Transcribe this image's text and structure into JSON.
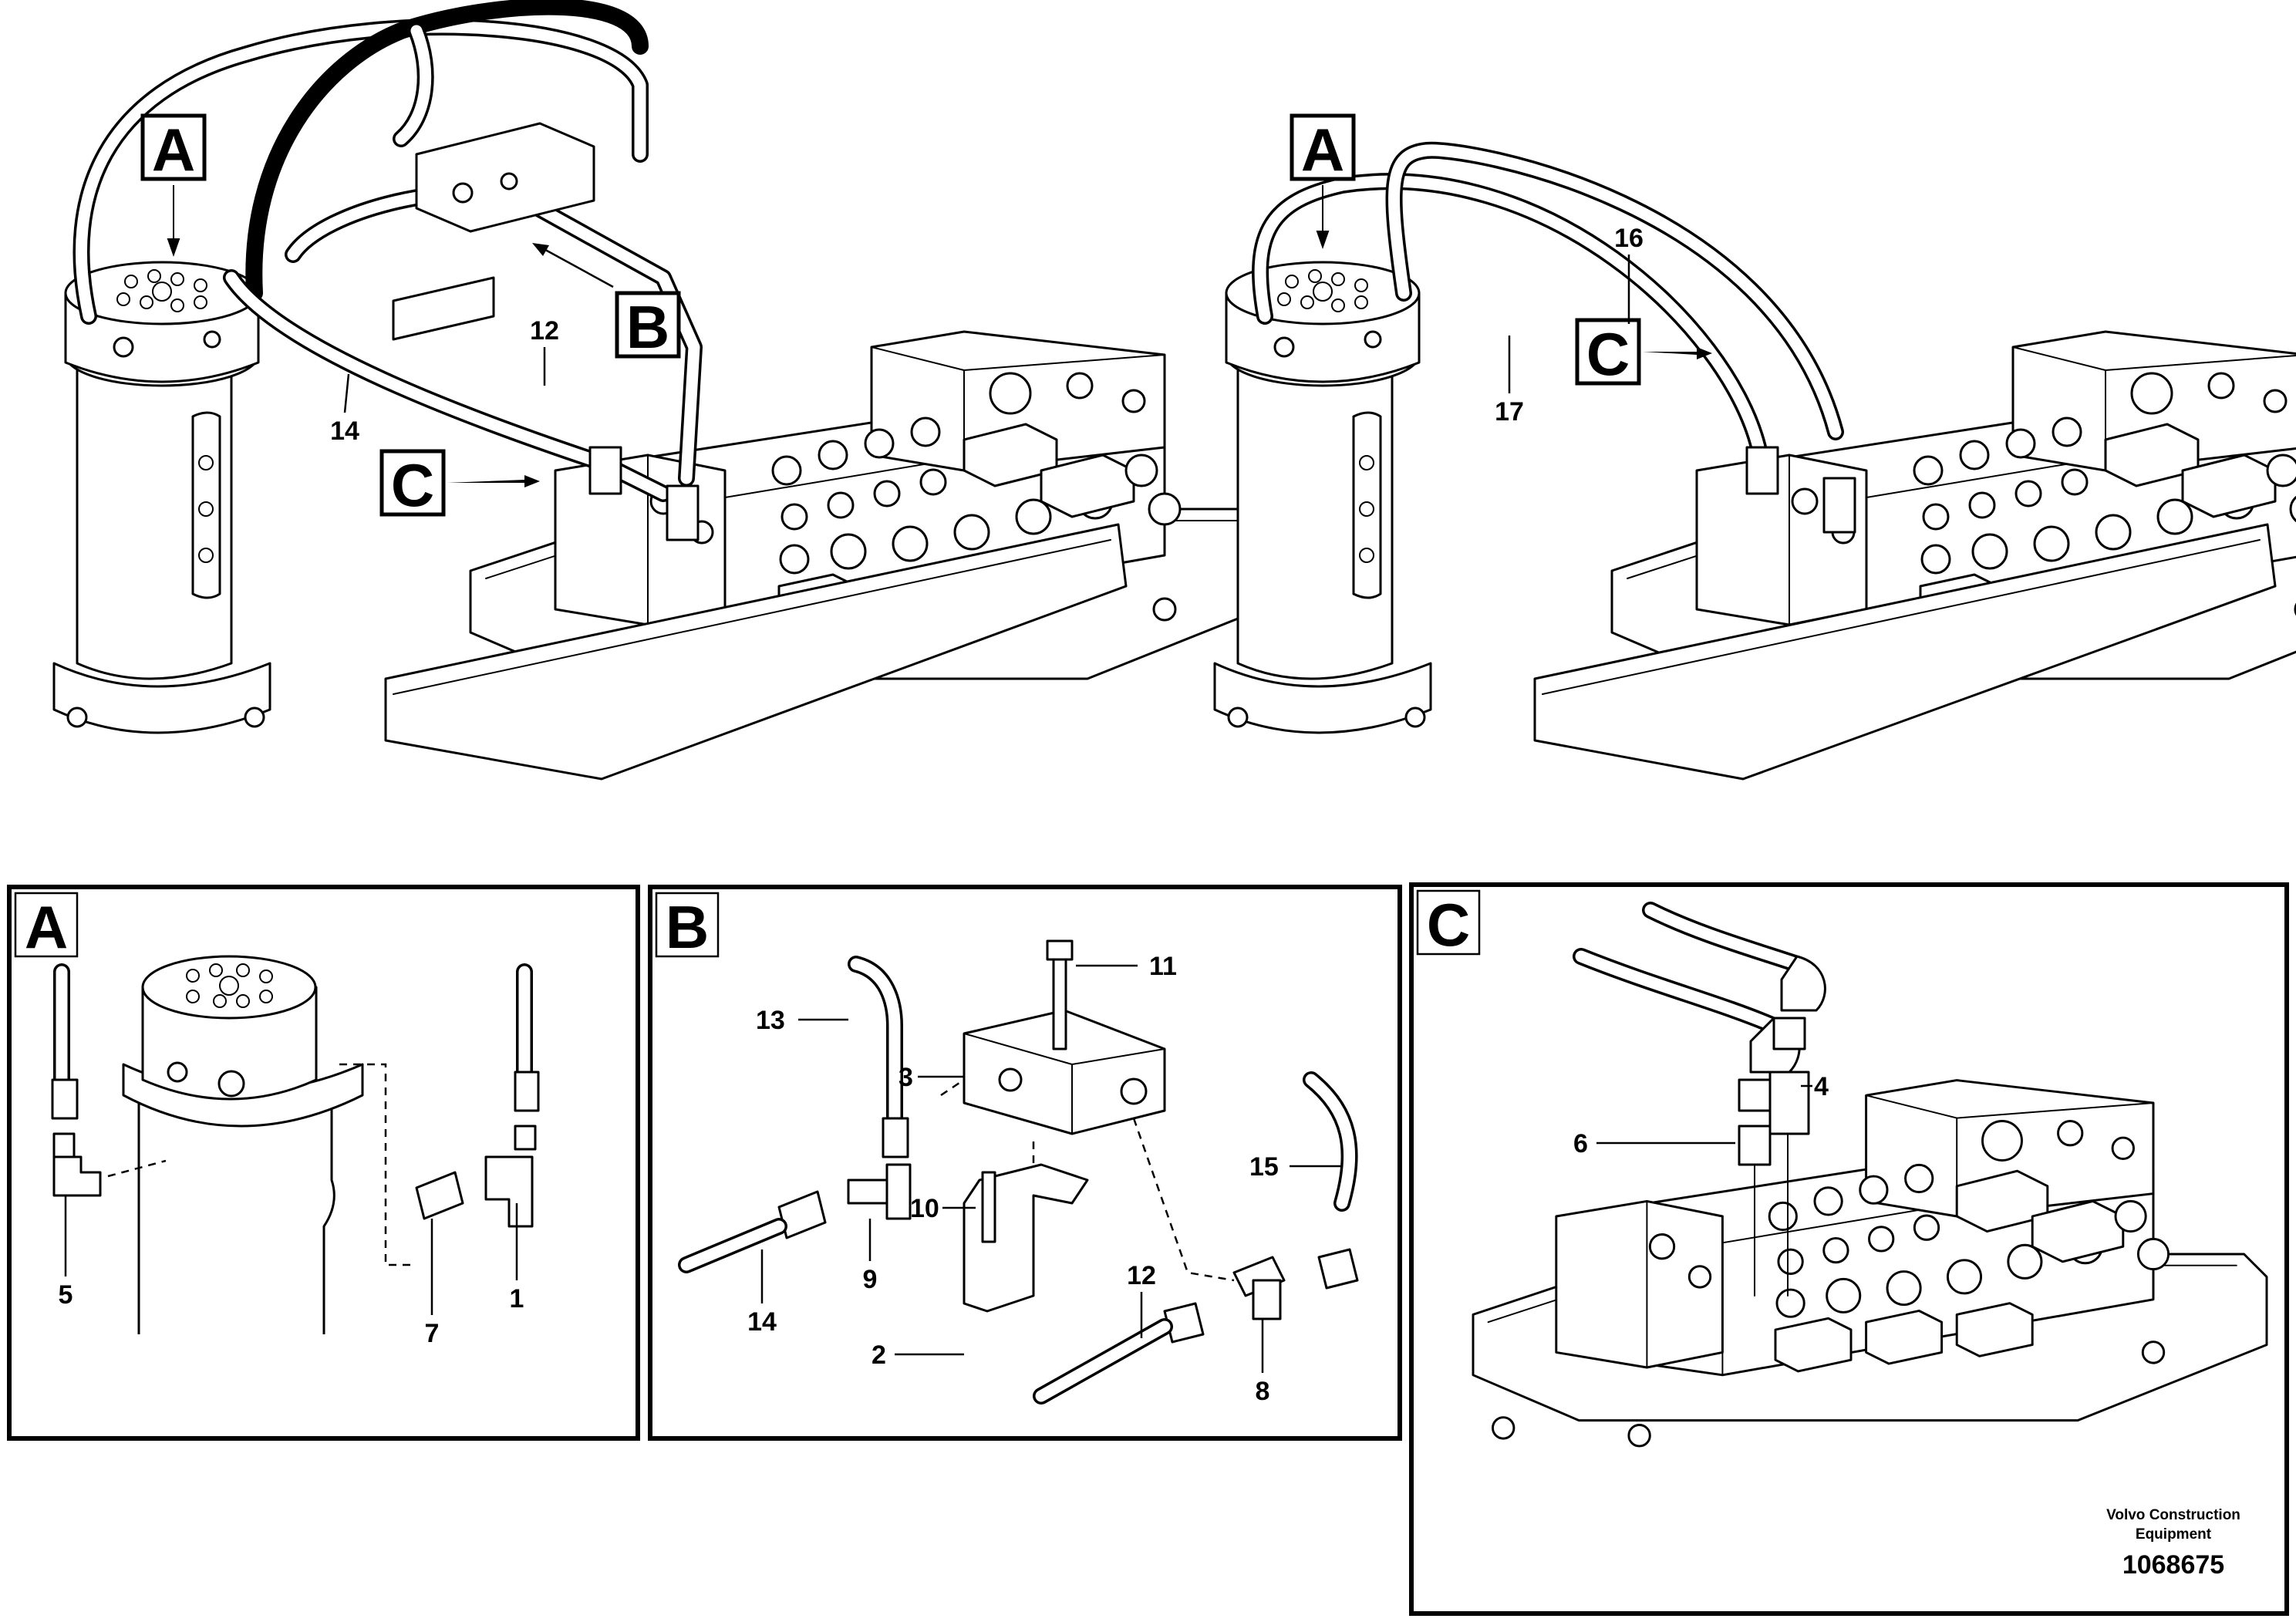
{
  "callouts": {
    "A": "A",
    "B": "B",
    "C": "C"
  },
  "parts": {
    "p1": "1",
    "p2": "2",
    "p3": "3",
    "p4": "4",
    "p5": "5",
    "p6": "6",
    "p7": "7",
    "p8": "8",
    "p9": "9",
    "p10": "10",
    "p11": "11",
    "p12": "12",
    "p13": "13",
    "p14": "14",
    "p15": "15",
    "p16": "16",
    "p17": "17"
  },
  "brand": {
    "line1": "Volvo Construction",
    "line2": "Equipment",
    "doc_number": "1068675"
  },
  "colors": {
    "ink": "#000000",
    "paper": "#ffffff"
  }
}
